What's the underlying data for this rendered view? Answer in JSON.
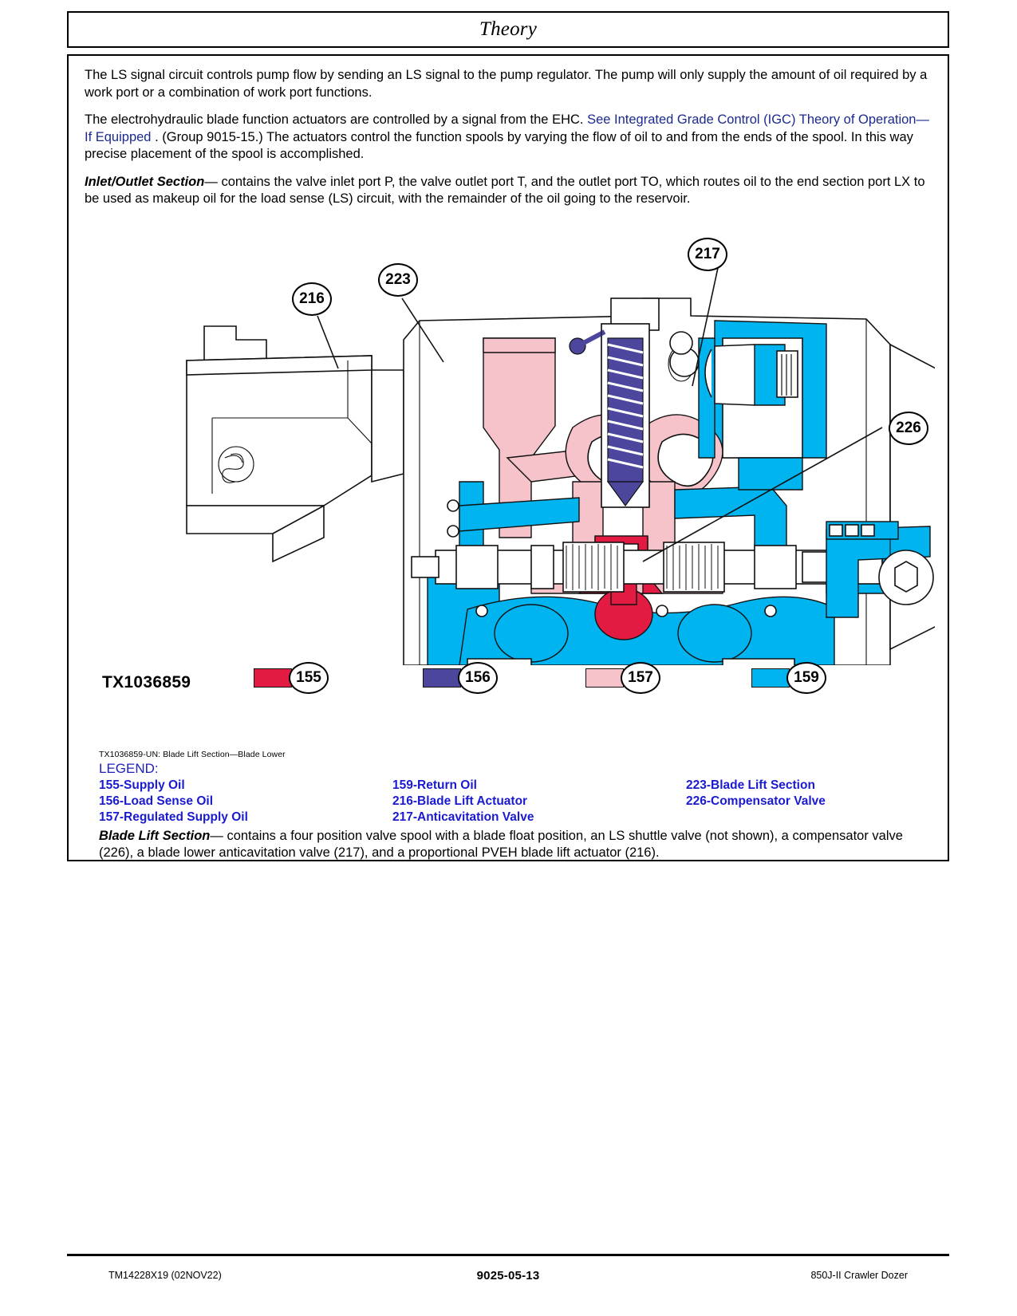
{
  "header": {
    "title": "Theory"
  },
  "paragraphs": {
    "p1": "The LS signal circuit controls pump flow by sending an LS signal to the pump regulator. The pump will only supply the amount of oil required by a work port or a combination of work port functions.",
    "p2_before_link": "The electrohydraulic blade function actuators are controlled by a signal from the EHC. ",
    "p2_link": "See Integrated Grade Control (IGC) Theory of Operation—If Equipped",
    "p2_after_link": " . (Group 9015-15.) The actuators control the function spools by varying the flow of oil to and from the ends of the spool. In this way precise placement of the spool is accomplished.",
    "p3_term": "Inlet/Outlet Section",
    "p3_text": "— contains the valve inlet port P, the valve outlet port T, and the outlet port TO, which routes oil to the end section port LX to be used as makeup oil for the load sense (LS) circuit, with the remainder of the oil going to the reservoir."
  },
  "figure": {
    "code": "TX1036859",
    "caption": "TX1036859-UN: Blade Lift Section—Blade Lower",
    "callouts": [
      {
        "id": "216",
        "label": "216"
      },
      {
        "id": "223",
        "label": "223"
      },
      {
        "id": "217",
        "label": "217"
      },
      {
        "id": "226",
        "label": "226"
      }
    ],
    "swatches": [
      {
        "number": "155",
        "color": "#E31B43",
        "name": "Supply Oil"
      },
      {
        "number": "156",
        "color": "#4C479C",
        "name": "Load Sense Oil"
      },
      {
        "number": "157",
        "color": "#F6C3CA",
        "name": "Regulated Supply Oil"
      },
      {
        "number": "159",
        "color": "#00B4F0",
        "name": "Return Oil"
      }
    ]
  },
  "legend": {
    "title": "LEGEND:",
    "column1": [
      "155-Supply Oil",
      "156-Load Sense Oil",
      "157-Regulated Supply Oil"
    ],
    "column2": [
      "159-Return Oil",
      "216-Blade Lift Actuator",
      "217-Anticavitation Valve"
    ],
    "column3": [
      "223-Blade Lift Section",
      "226-Compensator Valve",
      ""
    ]
  },
  "closing": {
    "term": "Blade Lift Section",
    "text": "— contains a four position valve spool with a blade float position, an LS shuttle valve (not shown), a compensator valve (226), a blade lower anticavitation valve (217), and a proportional PVEH blade lift actuator (216)."
  },
  "footer": {
    "left": "TM14228X19 (02NOV22)",
    "center": "9025-05-13",
    "right": "850J-II Crawler Dozer"
  }
}
